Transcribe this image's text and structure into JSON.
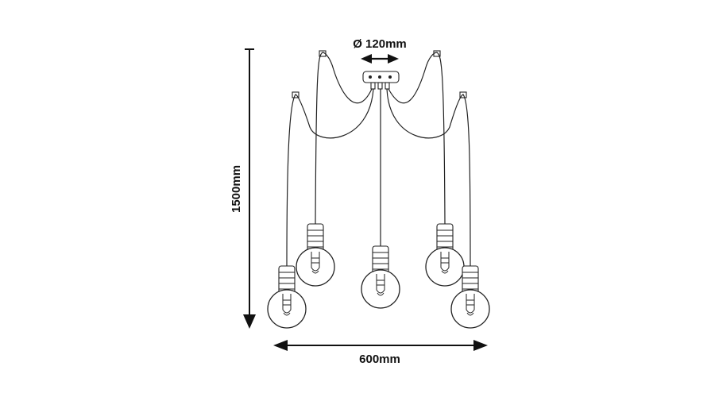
{
  "dimensions": {
    "canopy_diameter": "Ø 120mm",
    "height": "1500mm",
    "width": "600mm"
  },
  "pendant_count": 5,
  "line_color": "#222222"
}
